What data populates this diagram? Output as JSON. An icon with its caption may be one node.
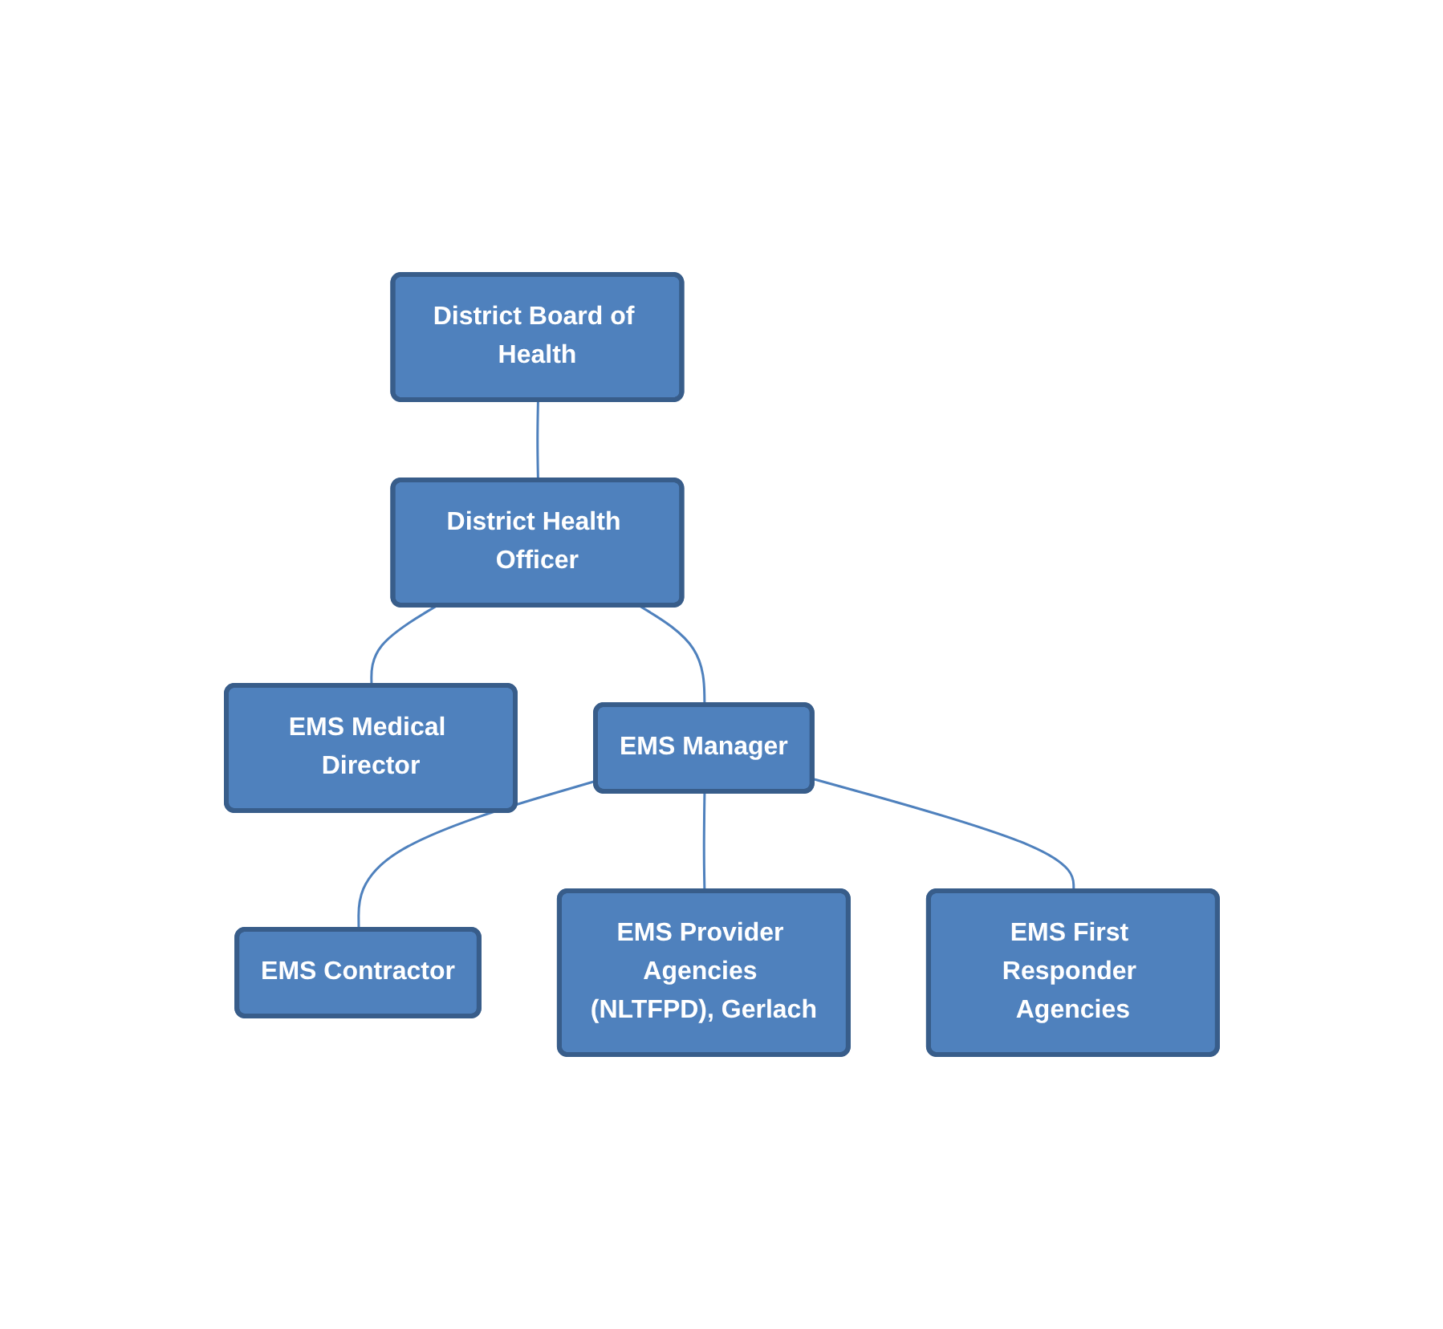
{
  "diagram": {
    "nodes": [
      {
        "text": [
          "District Board of Health"
        ]
      },
      {
        "text": [
          "District Health Officer"
        ]
      },
      {
        "text": [
          "EMS Medical Director"
        ]
      },
      {
        "text": [
          "EMS Manager"
        ]
      },
      {
        "text": [
          "EMS Contractor"
        ]
      },
      {
        "text": [
          "EMS Provider Agencies (NLTFPD), Gerlach"
        ]
      },
      {
        "text": [
          "EMS First Responder Agencies"
        ]
      }
    ],
    "edges": [
      {
        "from": 0,
        "to": 1,
        "arrow": "none"
      },
      {
        "from": 1,
        "to": 2,
        "arrow": "none"
      },
      {
        "from": 1,
        "to": 3,
        "arrow": "none"
      },
      {
        "from": 3,
        "to": 4,
        "arrow": "none"
      },
      {
        "from": 3,
        "to": 5,
        "arrow": "none"
      },
      {
        "from": 3,
        "to": 6,
        "arrow": "none"
      }
    ]
  }
}
